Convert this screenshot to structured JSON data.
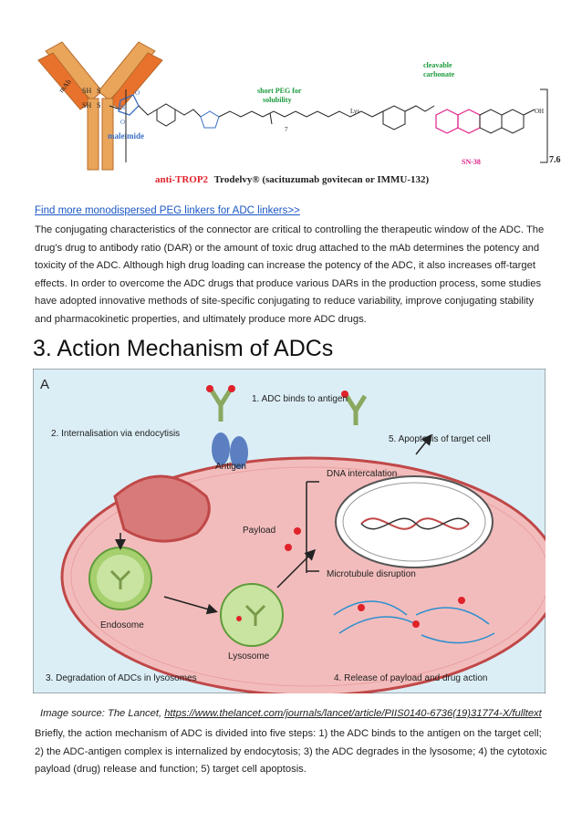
{
  "structure": {
    "mab_label": "mAb",
    "sh_label": "SH",
    "s_label": "S",
    "maleimide": "maleimide",
    "peg_label_1": "short PEG for",
    "peg_label_2": "solubility",
    "carbonate_1": "cleavable",
    "carbonate_2": "carbonate",
    "lys": "Lys",
    "oh": "OH",
    "sn38": "SN-38",
    "dar": "7.6",
    "subscript_7": "7",
    "caption_red": "anti-TROP2",
    "caption_black": "Trodelvy® (sacituzumab govitecan or IMMU-132)"
  },
  "link": {
    "text": "Find more monodispersed PEG linkers for ADC linkers>>"
  },
  "paragraph1": "The conjugating characteristics of the connector are critical to controlling the therapeutic window of the ADC. The drug's drug to antibody ratio (DAR) or the amount of toxic drug attached to the mAb determines the potency and toxicity of the ADC. Although high drug loading can increase the potency of the ADC, it also increases off-target effects. In order to overcome the ADC drugs that produce various DARs in the production process, some studies have adopted innovative methods of site-specific conjugating to reduce variability, improve conjugating stability and pharmacokinetic properties, and ultimately produce more ADC drugs.",
  "heading": "3. Action Mechanism of ADCs",
  "mechanism": {
    "panel_letter": "A",
    "step1": "1. ADC binds to antigen",
    "step2": "2. Internalisation via endocytisis",
    "step3": "3. Degradation of ADCs in lysosomes",
    "step4": "4. Release of payload and drug action",
    "step5": "5. Apoptosis of target cell",
    "antigen": "Antigen",
    "payload": "Payload",
    "endosome": "Endosome",
    "lysosome": "Lysosome",
    "dna": "DNA intercalation",
    "microtubule": "Microtubule disruption"
  },
  "caption": {
    "prefix": "Image source:  The Lancet, ",
    "url": "https://www.thelancet.com/journals/lancet/article/PIIS0140-6736(19)31774-X/fulltext"
  },
  "paragraph2": "Briefly, the action mechanism of ADC is divided into five steps: 1) the ADC binds to the antigen on the target cell; 2) the ADC-antigen complex is internalized by endocytosis; 3) the ADC degrades in the lysosome; 4) the cytotoxic payload (drug) release and function; 5) target cell apoptosis.",
  "colors": {
    "link": "#1a56c4",
    "antibody_orange": "#e8722c",
    "antibody_tan": "#e9a55a",
    "sn38_pink": "#e0218a",
    "peg_green": "#1a9b3c",
    "maleimide_blue": "#3a6fc4",
    "cell_fill": "#f3bcbc",
    "cell_border": "#c04848",
    "endosome_green": "#a6cf6e",
    "lysosome_green": "#c8e4a0",
    "receptor_blue": "#5b7fc0",
    "payload_red": "#e0222a",
    "panel_bg": "#dbeef6"
  }
}
